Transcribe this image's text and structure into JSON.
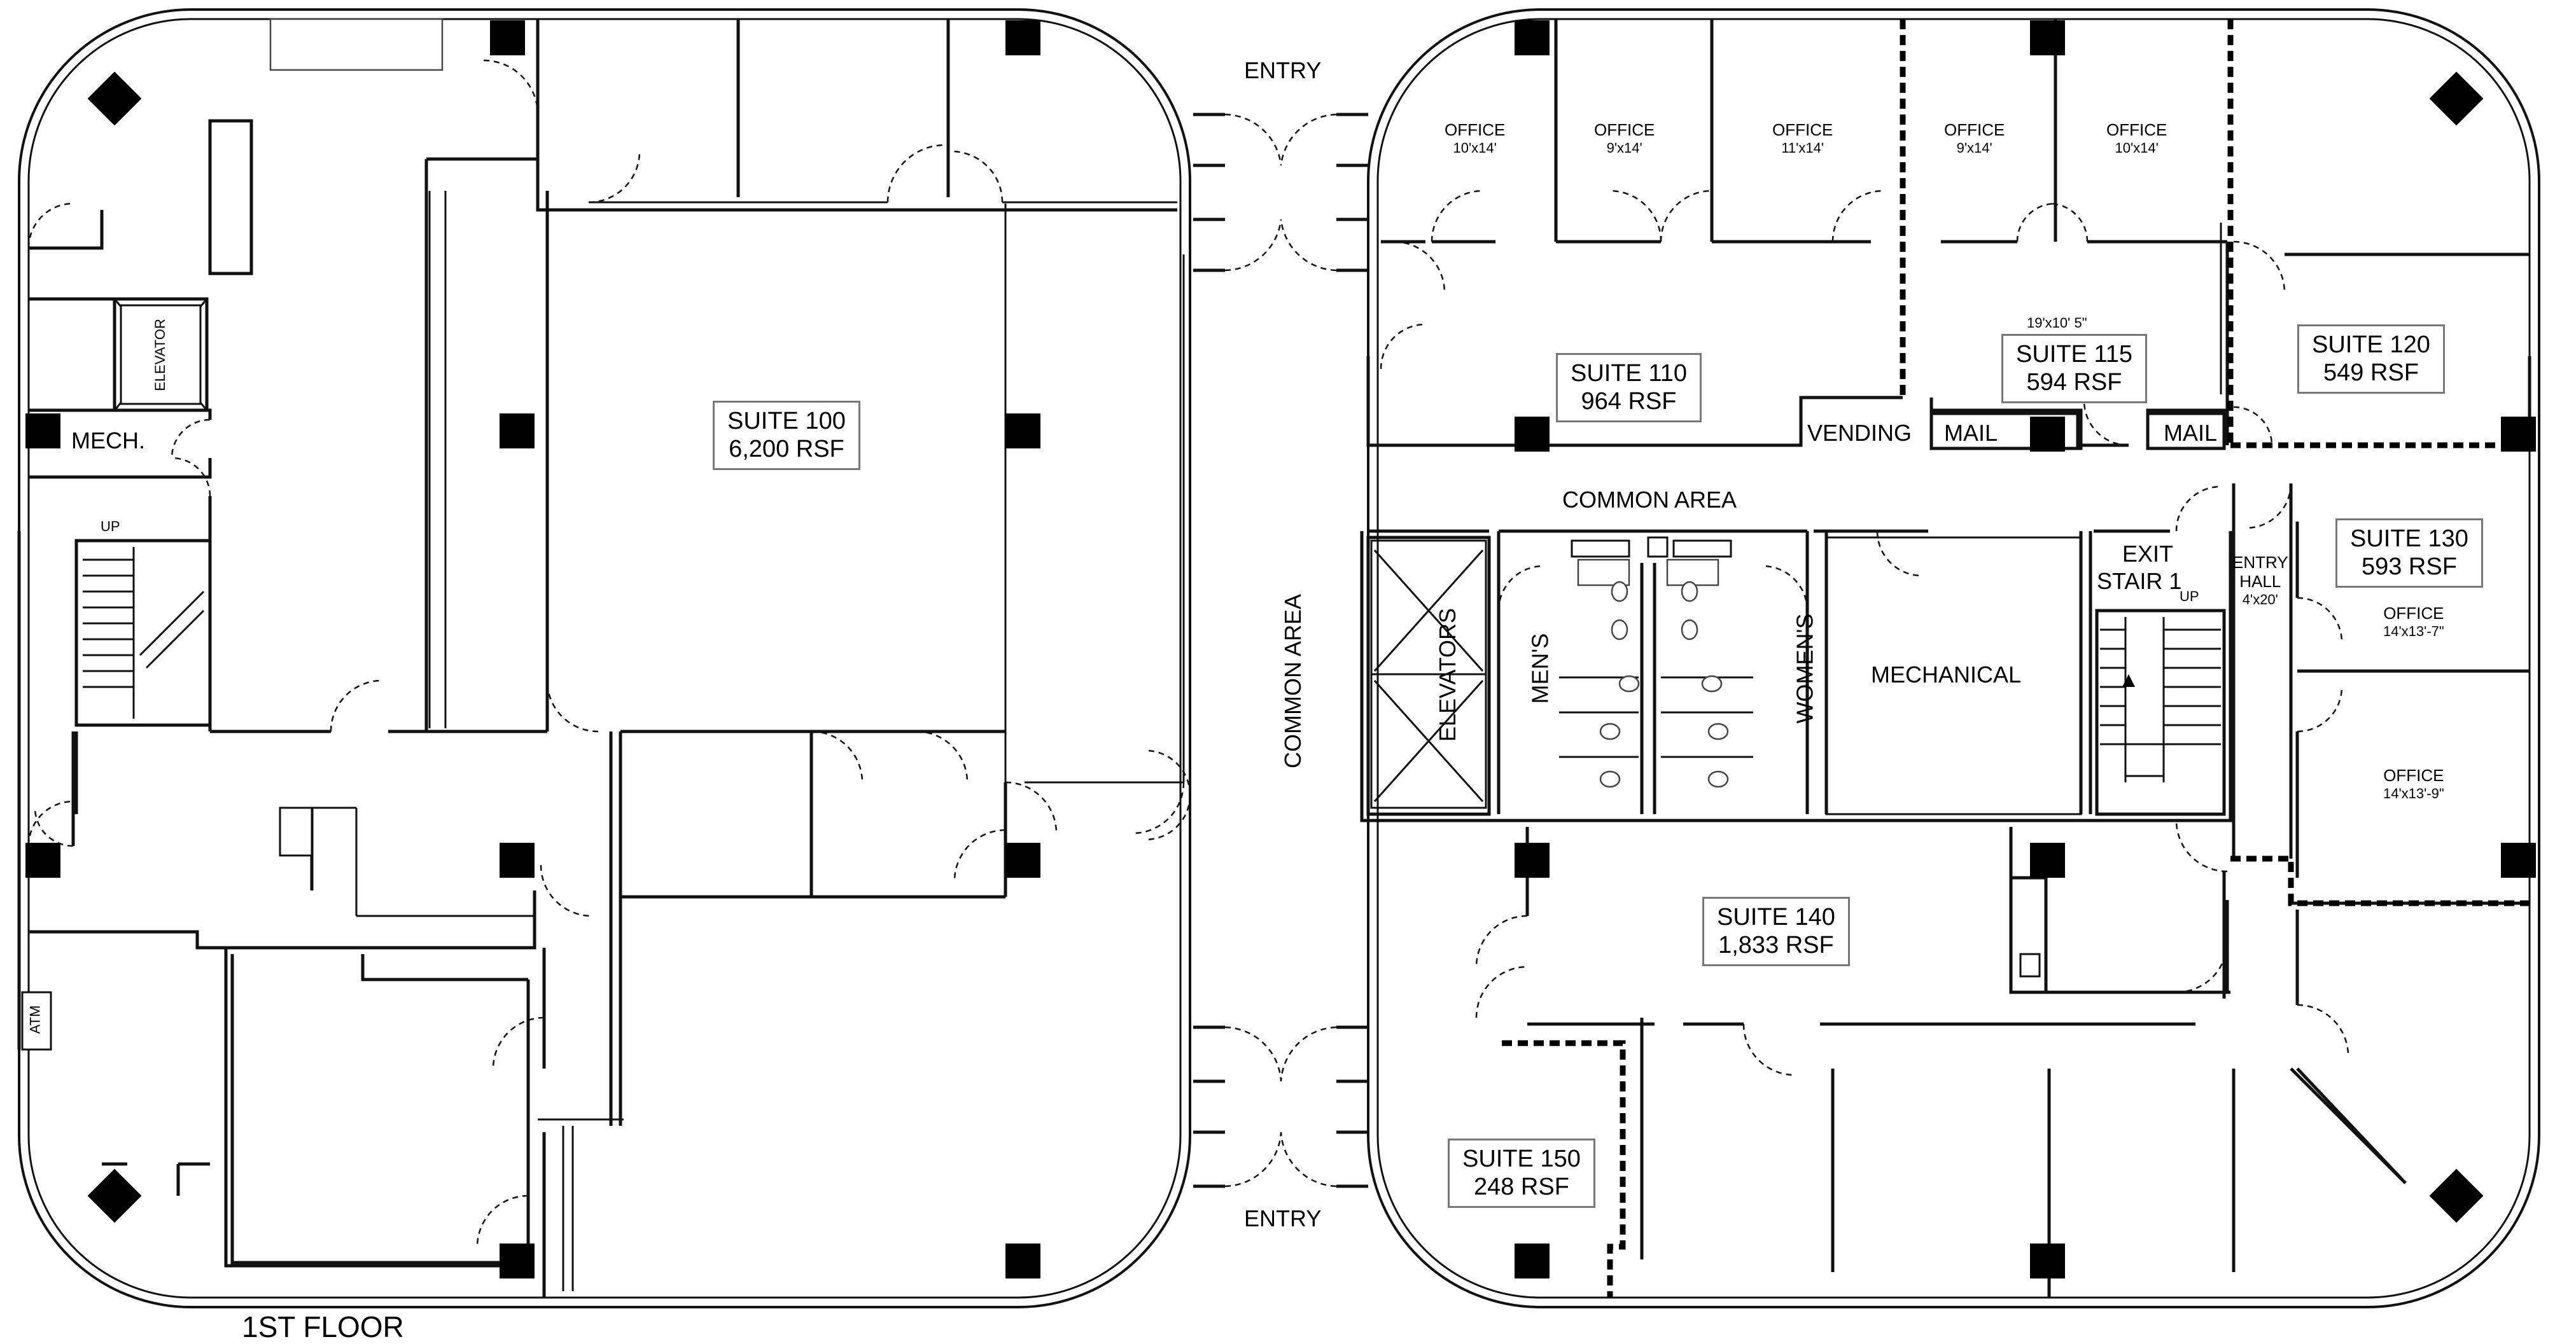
{
  "floor_label": "1ST FLOOR",
  "entries": {
    "top": "ENTRY",
    "bottom": "ENTRY"
  },
  "common_area": {
    "horizontal": "COMMON AREA",
    "vertical": "COMMON AREA"
  },
  "suites": {
    "s100": {
      "name": "SUITE 100",
      "area": "6,200 RSF"
    },
    "s110": {
      "name": "SUITE 110",
      "area": "964 RSF"
    },
    "s115": {
      "name": "SUITE 115",
      "area": "594 RSF",
      "dimension": "19'x10' 5\""
    },
    "s120": {
      "name": "SUITE 120",
      "area": "549 RSF"
    },
    "s130": {
      "name": "SUITE 130",
      "area": "593 RSF"
    },
    "s140": {
      "name": "SUITE 140",
      "area": "1,833 RSF"
    },
    "s150": {
      "name": "SUITE 150",
      "area": "248 RSF"
    }
  },
  "offices": [
    {
      "label": "OFFICE",
      "dim": "10'x14'"
    },
    {
      "label": "OFFICE",
      "dim": "9'x14'"
    },
    {
      "label": "OFFICE",
      "dim": "11'x14'"
    },
    {
      "label": "OFFICE",
      "dim": "9'x14'"
    },
    {
      "label": "OFFICE",
      "dim": "10'x14'"
    },
    {
      "label": "OFFICE",
      "dim": "14'x13'-7\""
    },
    {
      "label": "OFFICE",
      "dim": "14'x13'-9\""
    }
  ],
  "rooms": {
    "mech_small": "MECH.",
    "elevator_small": "ELEVATOR",
    "stair_up_left": "UP",
    "atm": "ATM",
    "vending": "VENDING",
    "mail_1": "MAIL",
    "mail_2": "MAIL",
    "elevators": "ELEVATORS",
    "mens": "MEN'S",
    "womens": "WOMEN'S",
    "mechanical": "MECHANICAL",
    "exit_stair": "EXIT",
    "exit_stair_2": "STAIR 1",
    "stair_up_right": "UP",
    "entry_hall": "ENTRY",
    "entry_hall_2": "HALL",
    "entry_hall_dim": "4'x20'"
  },
  "colors": {
    "walls": "#111111",
    "columns": "#000000",
    "background": "#ffffff",
    "tag_border": "#777777"
  }
}
